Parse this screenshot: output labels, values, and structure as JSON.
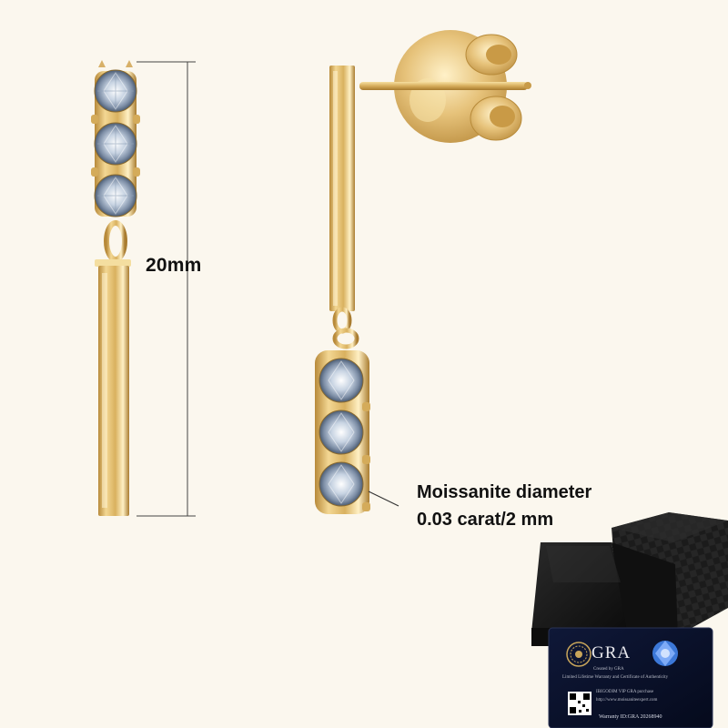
{
  "dimension_label": "20mm",
  "spec": {
    "line1": "Moissanite diameter",
    "line2": "0.03 carat/2 mm"
  },
  "certificate_card": {
    "brand": "GRA",
    "line1": "Created by GRA",
    "line2": "Limited Lifetime Warranty and Certificate of Authenticity",
    "line3": "IBIGODIM VIP GRA purchase",
    "line4": "http://www.moissaniteexpert.com",
    "warranty_label": "Warranty ID:GRA",
    "warranty_number": "20268940"
  },
  "colors": {
    "background": "#fbf7ee",
    "gold": "#d9b15f",
    "box": "#151515"
  }
}
